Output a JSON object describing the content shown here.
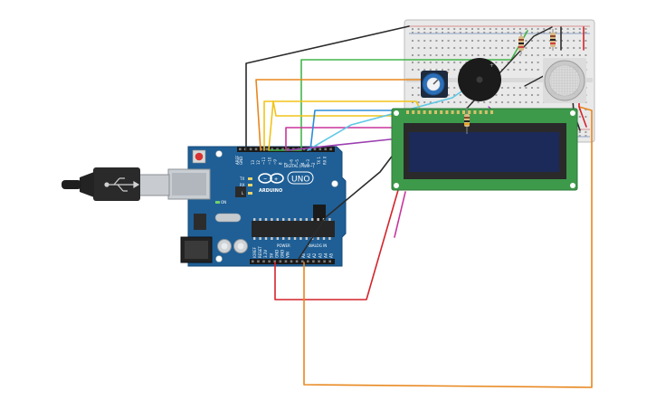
{
  "board": {
    "brand": "ARDUINO",
    "model": "UNO",
    "digital_header": "DIGITAL (PWM~)",
    "power_header": "POWER",
    "analog_header": "ANALOG IN",
    "tx_label": "TX",
    "rx_label": "RX",
    "on_label": "ON",
    "l_label": "L",
    "gnd_label": "GND",
    "aref_label": "AREF",
    "digital_pins": [
      "13",
      "12",
      "~11",
      "~10",
      "~9",
      "8",
      "7",
      "~6",
      "~5",
      "4",
      "~3",
      "2",
      "TX 1",
      "RX 0"
    ],
    "power_pins": [
      "IOREF",
      "RESET",
      "3.3V",
      "5V",
      "GND",
      "GND",
      "VIN"
    ],
    "analog_pins": [
      "A0",
      "A1",
      "A2",
      "A3",
      "A4",
      "A5"
    ]
  },
  "components": {
    "usb_cable": "usb-cable",
    "breadboard": "breadboard",
    "potentiometer": "potentiometer",
    "buzzer": "piezo-buzzer",
    "gas_sensor": "gas-sensor",
    "lcd": "lcd-16x2",
    "resistors": "resistor"
  },
  "colors": {
    "arduino_blue": "#1f5f96",
    "wire_black": "#2b2b2b",
    "wire_red": "#d4242b",
    "wire_orange": "#e8871e",
    "wire_green": "#42b54b",
    "wire_yellow": "#f0c419",
    "wire_blue": "#2b8dd8",
    "wire_cyan": "#5ec8e5",
    "wire_purple": "#9b3fb0",
    "wire_magenta": "#c8359a",
    "lcd_screen": "#1c2a5a",
    "lcd_pcb": "#3d9a4a"
  }
}
